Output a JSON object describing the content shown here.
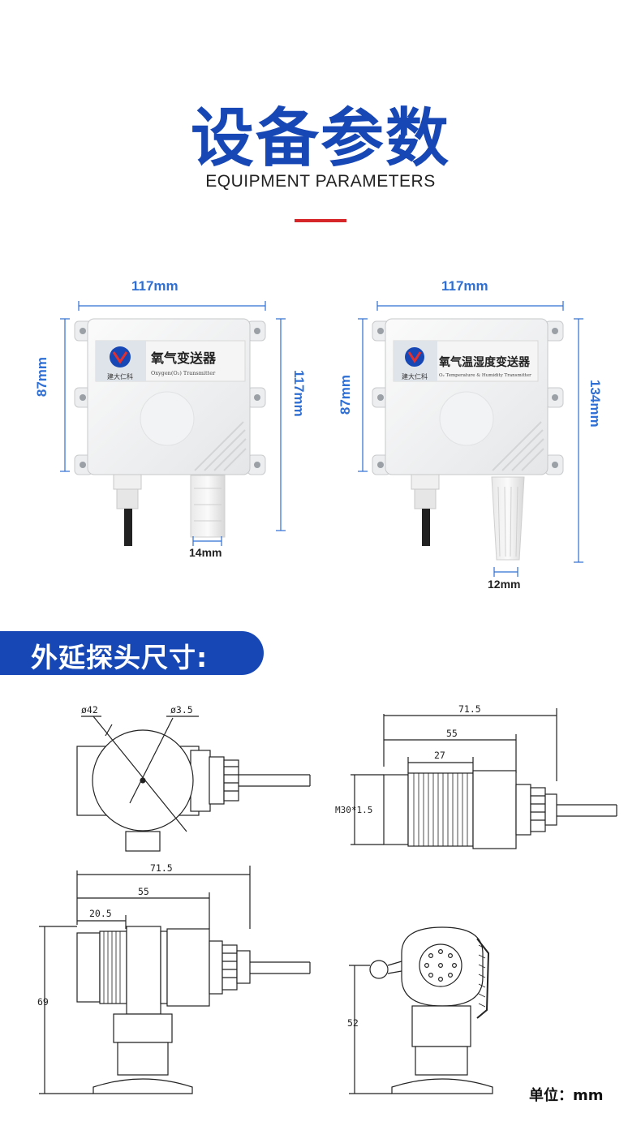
{
  "header": {
    "title_cn": "设备参数",
    "title_en": "EQUIPMENT PARAMETERS",
    "accent_blue": "#1747b5",
    "accent_red": "#d6262a"
  },
  "devices": [
    {
      "width_label": "117mm",
      "height_label": "87mm",
      "total_label": "117mm",
      "probe_label": "14mm",
      "brand": "建大仁科",
      "name_cn": "氧气变送器",
      "name_en": "Oxygen(O₂) Transmitter"
    },
    {
      "width_label": "117mm",
      "height_label": "87mm",
      "total_label": "134mm",
      "probe_label": "12mm",
      "brand": "建大仁科",
      "name_cn": "氧气温湿度变送器",
      "name_en": "O₂ Temperature & Humidity Transmitter"
    }
  ],
  "section": {
    "title": "外延探头尺寸:"
  },
  "drawings": {
    "top_left": {
      "d1": "ø42",
      "d2": "ø3.5"
    },
    "top_right": {
      "l1": "71.5",
      "l2": "55",
      "l3": "27",
      "thread": "M30*1.5"
    },
    "bottom_left": {
      "l1": "71.5",
      "l2": "55",
      "l3": "20.5",
      "h": "69"
    },
    "bottom_right": {
      "h": "52"
    }
  },
  "unit_label": "单位：mm",
  "icons": [
    "brand-logo-icon",
    "sensor-grille-icon",
    "mounting-hole-icon"
  ]
}
